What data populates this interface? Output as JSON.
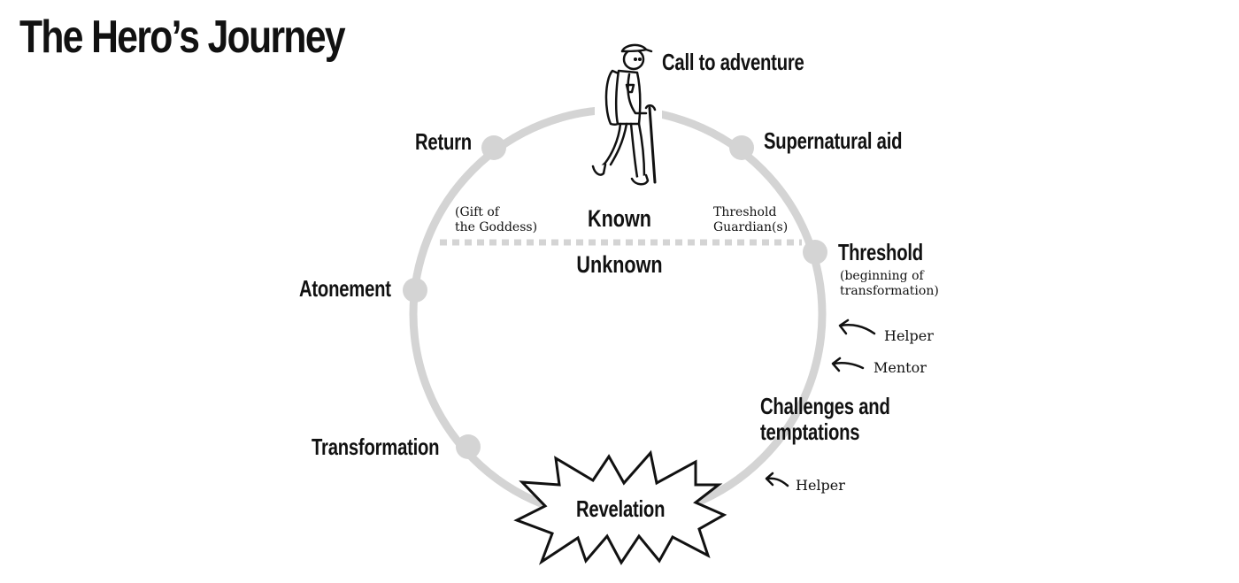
{
  "title": "The Hero’s Journey",
  "regions": {
    "known": "Known",
    "unknown": "Unknown"
  },
  "stages": {
    "call": "Call to adventure",
    "supernatural_aid": "Supernatural aid",
    "threshold": "Threshold",
    "threshold_note": "(beginning of\ntransformation)",
    "challenges": "Challenges and\ntemptations",
    "revelation": "Revelation",
    "transformation": "Transformation",
    "atonement": "Atonement",
    "return": "Return"
  },
  "notes": {
    "gift": "(Gift of\nthe Goddess)",
    "guardians": "Threshold\nGuardian(s)"
  },
  "helpers": {
    "helper_1": "Helper",
    "mentor": "Mentor",
    "helper_2": "Helper"
  },
  "colors": {
    "circle": "#d4d4d4",
    "ink": "#111111",
    "background": "#ffffff"
  },
  "icons": [
    "hero-figure-icon",
    "arrow-icon",
    "burst-icon"
  ]
}
